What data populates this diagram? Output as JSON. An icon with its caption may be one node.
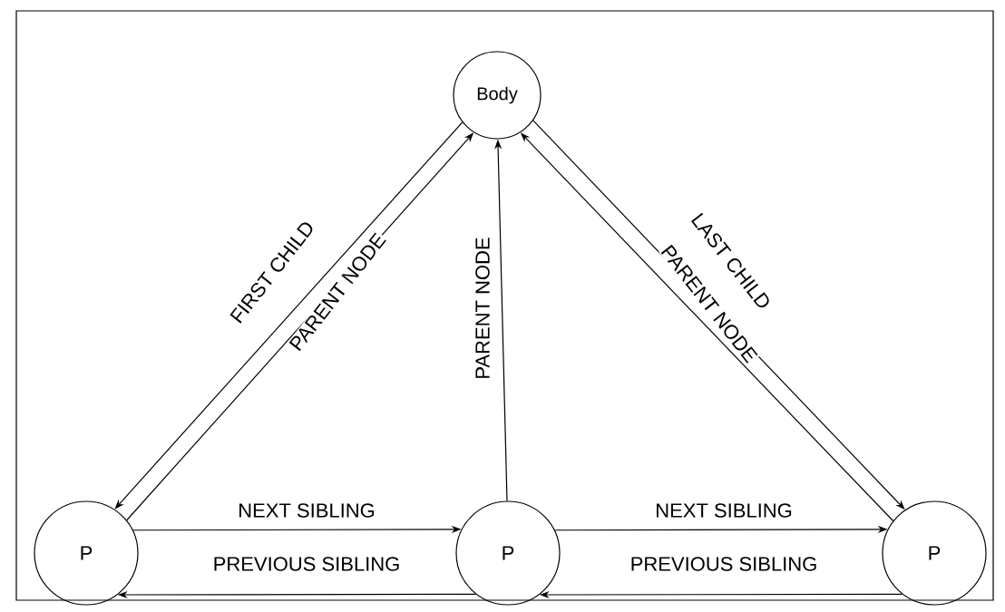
{
  "diagram": {
    "nodes": [
      {
        "text": [
          "Body"
        ]
      },
      {
        "text": [
          "P"
        ]
      },
      {
        "text": [
          "P"
        ]
      },
      {
        "text": [
          "P"
        ]
      }
    ],
    "edges": [
      {
        "from": 0,
        "to": 1,
        "arrow": "to",
        "label": "FIRST CHILD"
      },
      {
        "from": 1,
        "to": 0,
        "arrow": "to",
        "label": "PARENT NODE"
      },
      {
        "from": 2,
        "to": 0,
        "arrow": "to",
        "label": "PARENT NODE"
      },
      {
        "from": 0,
        "to": 3,
        "arrow": "to",
        "label": "LAST CHILD"
      },
      {
        "from": 3,
        "to": 0,
        "arrow": "to",
        "label": "PARENT NODE"
      },
      {
        "from": 1,
        "to": 2,
        "arrow": "to",
        "label": "NEXT SIBLING"
      },
      {
        "from": 2,
        "to": 1,
        "arrow": "to",
        "label": "PREVIOUS SIBLING"
      },
      {
        "from": 2,
        "to": 3,
        "arrow": "to",
        "label": "NEXT SIBLING"
      },
      {
        "from": 3,
        "to": 2,
        "arrow": "to",
        "label": "PREVIOUS SIBLING"
      }
    ]
  }
}
